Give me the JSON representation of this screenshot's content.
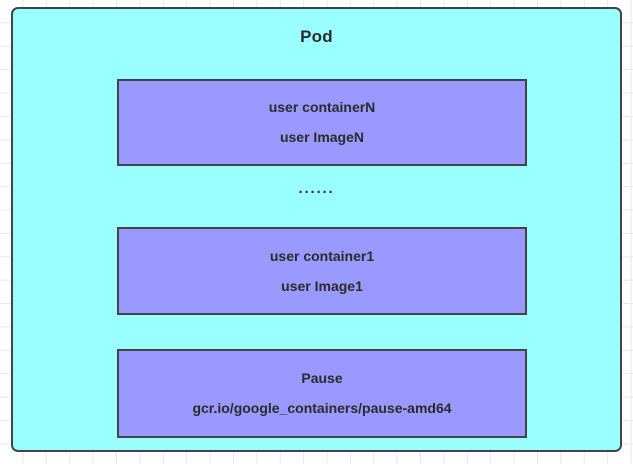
{
  "diagram": {
    "title": "Pod",
    "colors": {
      "pod_background": "#99ffff",
      "container_background": "#9999ff",
      "border": "#444444",
      "text": "#2b2b2b",
      "canvas_background": "#ffffff",
      "grid_line": "#e8e8ec"
    },
    "containers": [
      {
        "name": "user containerN",
        "image": "user ImageN"
      },
      {
        "name": "user container1",
        "image": "user Image1"
      },
      {
        "name": "Pause",
        "image": "gcr.io/google_containers/pause-amd64"
      }
    ],
    "ellipsis": "······"
  }
}
